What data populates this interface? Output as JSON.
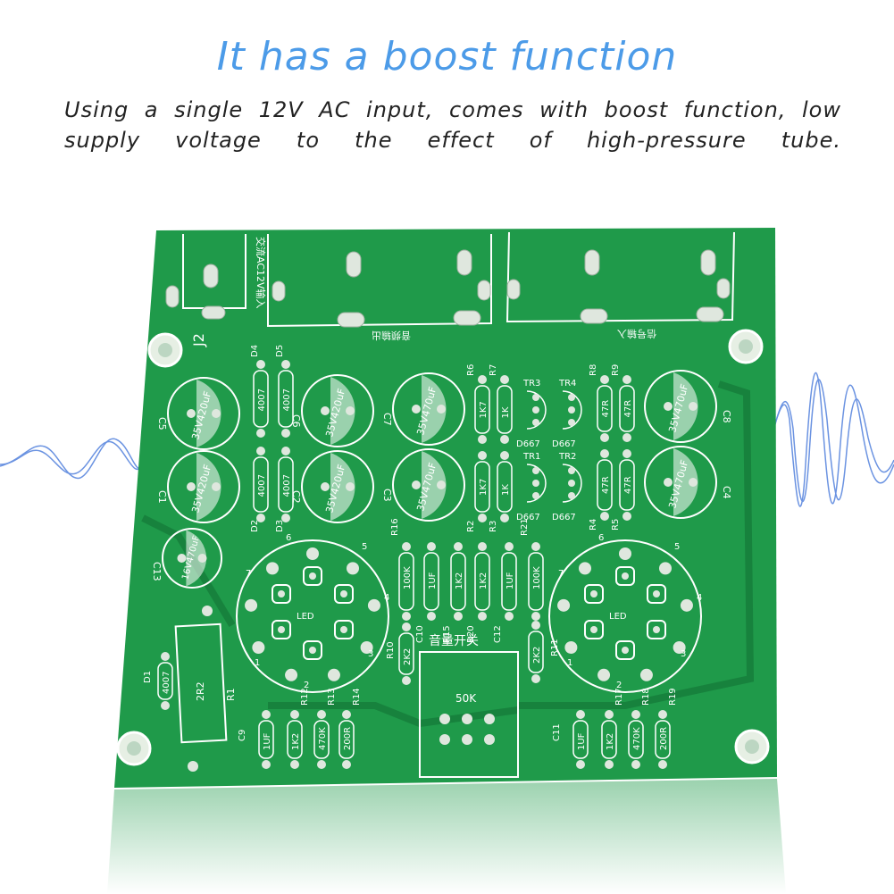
{
  "headline": "It has a boost function",
  "description": {
    "line1": "Using a single 12V AC input, comes with boost function, low",
    "line2": "supply voltage to the effect of high-pressure tube."
  },
  "colors": {
    "headline": "#4c9be8",
    "pcb": "#1f9a4a",
    "pcb_dark": "#17823d",
    "silkscreen": "#ffffff",
    "wave": "#3a6fd8"
  },
  "pcb": {
    "connector_label": "J2",
    "input_label": "交流AC12V输入",
    "output_label": "音频输出",
    "signal_label": "信号输入",
    "volume_label": "音量开关",
    "pot_value": "50K",
    "capacitors": [
      {
        "ref": "C5",
        "value": "35V420uF"
      },
      {
        "ref": "C6",
        "value": "35V420uF"
      },
      {
        "ref": "C7",
        "value": "35V470uF"
      },
      {
        "ref": "C8",
        "value": "35V470uF"
      },
      {
        "ref": "C1",
        "value": "35V420uF"
      },
      {
        "ref": "C2",
        "value": "35V420uF"
      },
      {
        "ref": "C3",
        "value": "35V470uF"
      },
      {
        "ref": "C4",
        "value": "35V470uF"
      },
      {
        "ref": "C13",
        "value": "16V470uF"
      }
    ],
    "diodes": [
      {
        "ref": "D4",
        "value": "4007"
      },
      {
        "ref": "D5",
        "value": "4007"
      },
      {
        "ref": "D2",
        "value": "4007"
      },
      {
        "ref": "D3",
        "value": "4007"
      },
      {
        "ref": "D1",
        "value": "4007"
      }
    ],
    "transistors": [
      {
        "ref": "TR3",
        "value": "D667"
      },
      {
        "ref": "TR4",
        "value": "D667"
      },
      {
        "ref": "TR1",
        "value": "D667"
      },
      {
        "ref": "TR2",
        "value": "D667"
      }
    ],
    "resistors_top": [
      {
        "ref": "R6",
        "value": "1K7"
      },
      {
        "ref": "R7",
        "value": "1K"
      },
      {
        "ref": "R8",
        "value": "47R"
      },
      {
        "ref": "R9",
        "value": "47R"
      },
      {
        "ref": "R2",
        "value": "1K7"
      },
      {
        "ref": "R3",
        "value": "1K"
      },
      {
        "ref": "R4",
        "value": "47R"
      },
      {
        "ref": "R5",
        "value": "47R"
      }
    ],
    "mid_row": [
      {
        "ref": "R16",
        "value": "100K"
      },
      {
        "ref": "C10",
        "value": "1UF"
      },
      {
        "ref": "R15",
        "value": "1K2"
      },
      {
        "ref": "R20",
        "value": "1K2"
      },
      {
        "ref": "C12",
        "value": "1UF"
      },
      {
        "ref": "R21",
        "value": "100K"
      }
    ],
    "r10": {
      "ref": "R10",
      "value": "2K2"
    },
    "r11": {
      "ref": "R11",
      "value": "2K2"
    },
    "r1": {
      "ref": "R1",
      "value": "2R2"
    },
    "bottom_left": [
      {
        "ref": "C9",
        "value": "1UF"
      },
      {
        "ref": "R12",
        "value": "1K2"
      },
      {
        "ref": "R13",
        "value": "470K"
      },
      {
        "ref": "R14",
        "value": "200R"
      }
    ],
    "bottom_right": [
      {
        "ref": "C11",
        "value": "1UF"
      },
      {
        "ref": "R17",
        "value": "1K2"
      },
      {
        "ref": "R18",
        "value": "470K"
      },
      {
        "ref": "R19",
        "value": "200R"
      }
    ],
    "tube_label": "LED",
    "socket_pins": [
      "1",
      "2",
      "3",
      "4",
      "5",
      "6",
      "7"
    ]
  }
}
